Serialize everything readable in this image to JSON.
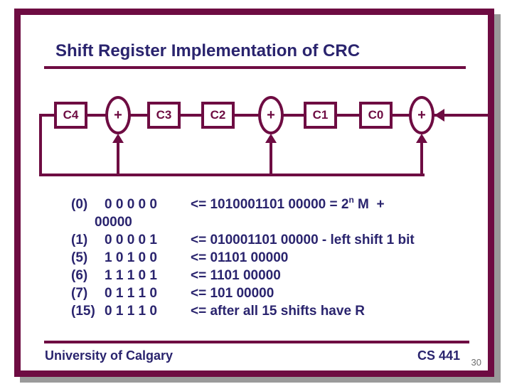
{
  "slide": {
    "title": "Shift Register Implementation of CRC",
    "footer": {
      "left": "University of Calgary",
      "right": "CS 441",
      "page_number": "30"
    },
    "colors": {
      "maroon": "#6e0c42",
      "navy": "#2a246e",
      "shadow_gray": "#9a9a9a",
      "page_number_gray": "#6e6e6e"
    }
  },
  "diagram": {
    "registers": [
      "C4",
      "C3",
      "C2",
      "C1",
      "C0"
    ],
    "adder_symbol": "+"
  },
  "rows": [
    {
      "label": "(0)",
      "bits": "0 0 0 0 0",
      "bits2": "00000",
      "rhs": "<= 1010001101 00000 = 2",
      "sup": "n",
      "tail": " M  +"
    },
    {
      "label": "(1)",
      "bits": "0 0 0 0 1",
      "rhs": "<= 010001101 00000 - left shift 1 bit"
    },
    {
      "label": "(5)",
      "bits": "1 0 1 0 0",
      "rhs": "<= 01101 00000"
    },
    {
      "label": "(6)",
      "bits": "1 1 1 0 1",
      "rhs": "<= 1101 00000"
    },
    {
      "label": "(7)",
      "bits": "0 1 1 1 0",
      "rhs": "<= 101 00000"
    },
    {
      "label": "(15)",
      "bits": "0 1 1 1 0",
      "rhs": "<= after all 15 shifts have R"
    }
  ]
}
